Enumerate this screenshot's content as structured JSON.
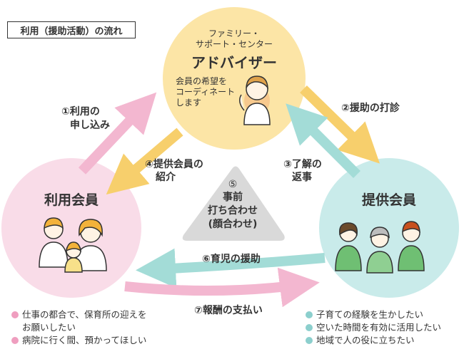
{
  "title": "利用（援助活動）の流れ",
  "center": {
    "org_line1": "ファミリー・",
    "org_line2": "サポート・センター",
    "name": "アドバイザー",
    "desc": [
      "会員の希望を",
      "コーディネート",
      "します"
    ]
  },
  "left": {
    "name": "利用会員"
  },
  "right": {
    "name": "提供会員"
  },
  "middle": {
    "number": "⑤",
    "lines": [
      "事前",
      "打ち合わせ",
      "(顔合わせ)"
    ]
  },
  "steps": {
    "s1": [
      "①利用の",
      "申し込み"
    ],
    "s2": [
      "②援助の打診"
    ],
    "s3": [
      "③了解の",
      "返事"
    ],
    "s4": [
      "④提供会員の",
      "紹介"
    ],
    "s6": [
      "⑥育児の援助"
    ],
    "s7": [
      "⑦報酬の支払い"
    ]
  },
  "left_notes": [
    "仕事の都合で、保育所の迎えを",
    "お願いしたい",
    "病院に行く間、預かってほしい"
  ],
  "right_notes": [
    "子育ての経験を生かしたい",
    "空いた時間を有効に活用したい",
    "地域で人の役に立ちたい"
  ],
  "colors": {
    "center_circle": "#fce5a6",
    "left_circle": "#f9dce8",
    "right_circle": "#c9ebea",
    "pink_arrow": "#f3b7d0",
    "yellow_arrow": "#f7cf6c",
    "teal_arrow": "#a3dcd7",
    "middle_triangle": "#d9d9d9",
    "pink_dot": "#ef9ebf",
    "teal_dot": "#8ccfcd"
  }
}
